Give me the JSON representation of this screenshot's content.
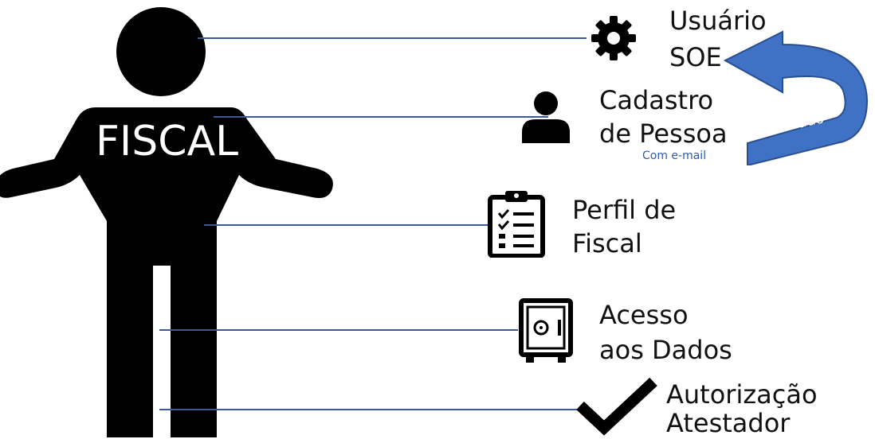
{
  "figure": {
    "person_label": "FISCAL",
    "colors": {
      "figure": "#000000",
      "line": "#3c5a9a",
      "arrow": "#3f72c4",
      "arrow_dark": "#2a4f8f",
      "small_text": "#2f5aa8"
    }
  },
  "items": [
    {
      "icon": "gear-icon",
      "line1": "Usuário",
      "line2": "SOE"
    },
    {
      "icon": "person-icon",
      "line1": "Cadastro",
      "line2": "de Pessoa",
      "note": "Com e-mail"
    },
    {
      "icon": "clipboard-checklist-icon",
      "line1": "Perfil de",
      "line2": "Fiscal"
    },
    {
      "icon": "safe-icon",
      "line1": "Acesso",
      "line2": "aos Dados"
    },
    {
      "icon": "checkmark-icon",
      "line1": "Autorização",
      "line2": "Atestador"
    }
  ],
  "arrow": {
    "label": "vinculado"
  }
}
